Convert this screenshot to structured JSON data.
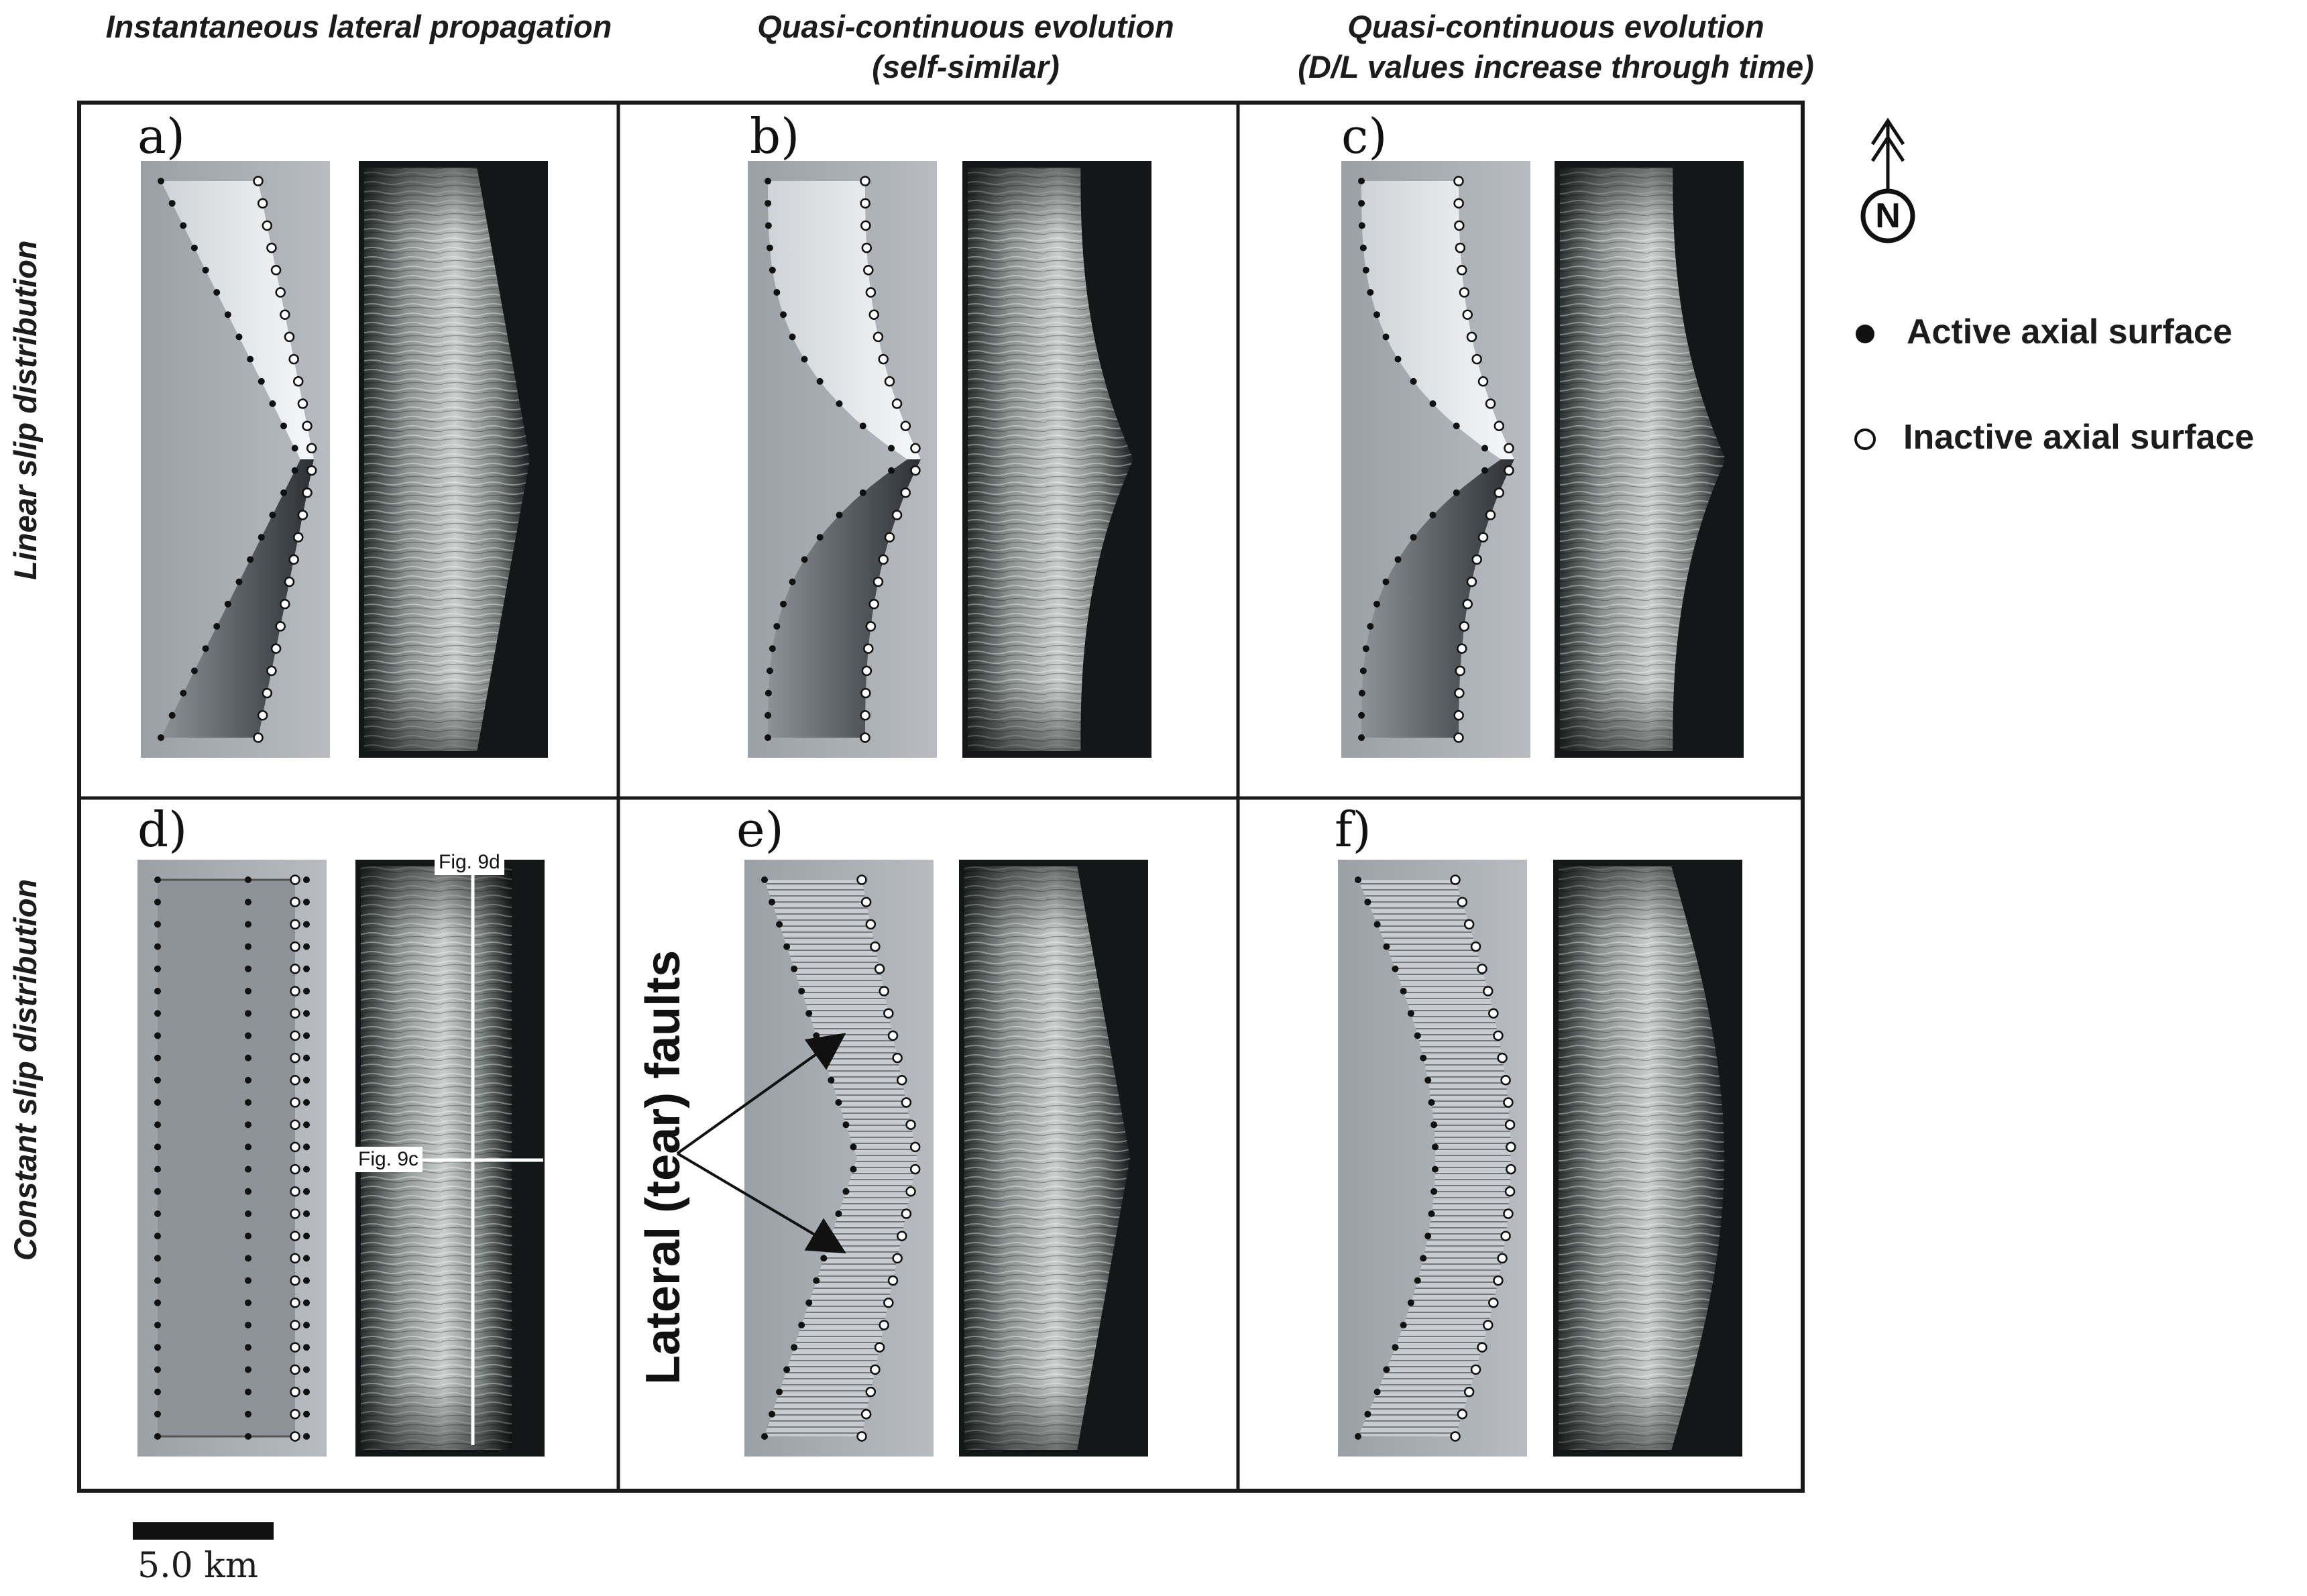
{
  "columns": [
    {
      "title_line1": "Instantaneous lateral propagation",
      "title_line2": ""
    },
    {
      "title_line1": "Quasi-continuous evolution",
      "title_line2": "(self-similar)"
    },
    {
      "title_line1": "Quasi-continuous evolution",
      "title_line2": "(D/L values increase through time)"
    }
  ],
  "rows": [
    {
      "title": "Linear slip distribution"
    },
    {
      "title": "Constant slip distribution"
    }
  ],
  "panels": [
    {
      "label": "a)",
      "shape": "linear-instant"
    },
    {
      "label": "b)",
      "shape": "linear-self-similar"
    },
    {
      "label": "c)",
      "shape": "linear-increasing"
    },
    {
      "label": "d)",
      "shape": "constant-instant"
    },
    {
      "label": "e)",
      "shape": "constant-self-similar"
    },
    {
      "label": "f)",
      "shape": "constant-increasing"
    }
  ],
  "legend": {
    "north_symbol": "N",
    "active_label": "Active axial surface",
    "inactive_label": "Inactive axial surface",
    "north_icon": "north-arrow-icon"
  },
  "annotations": {
    "tear_faults": "Lateral (tear) faults",
    "fig9d": "Fig. 9d",
    "fig9c": "Fig. 9c"
  },
  "scale_bar": {
    "label": "5.0 km"
  },
  "colors": {
    "frame": "#1a1a1a",
    "map_gray": "#a3a8ae",
    "dark_model": "#15181a",
    "dot_active": "#111111",
    "dot_inactive": "#ffffff"
  }
}
